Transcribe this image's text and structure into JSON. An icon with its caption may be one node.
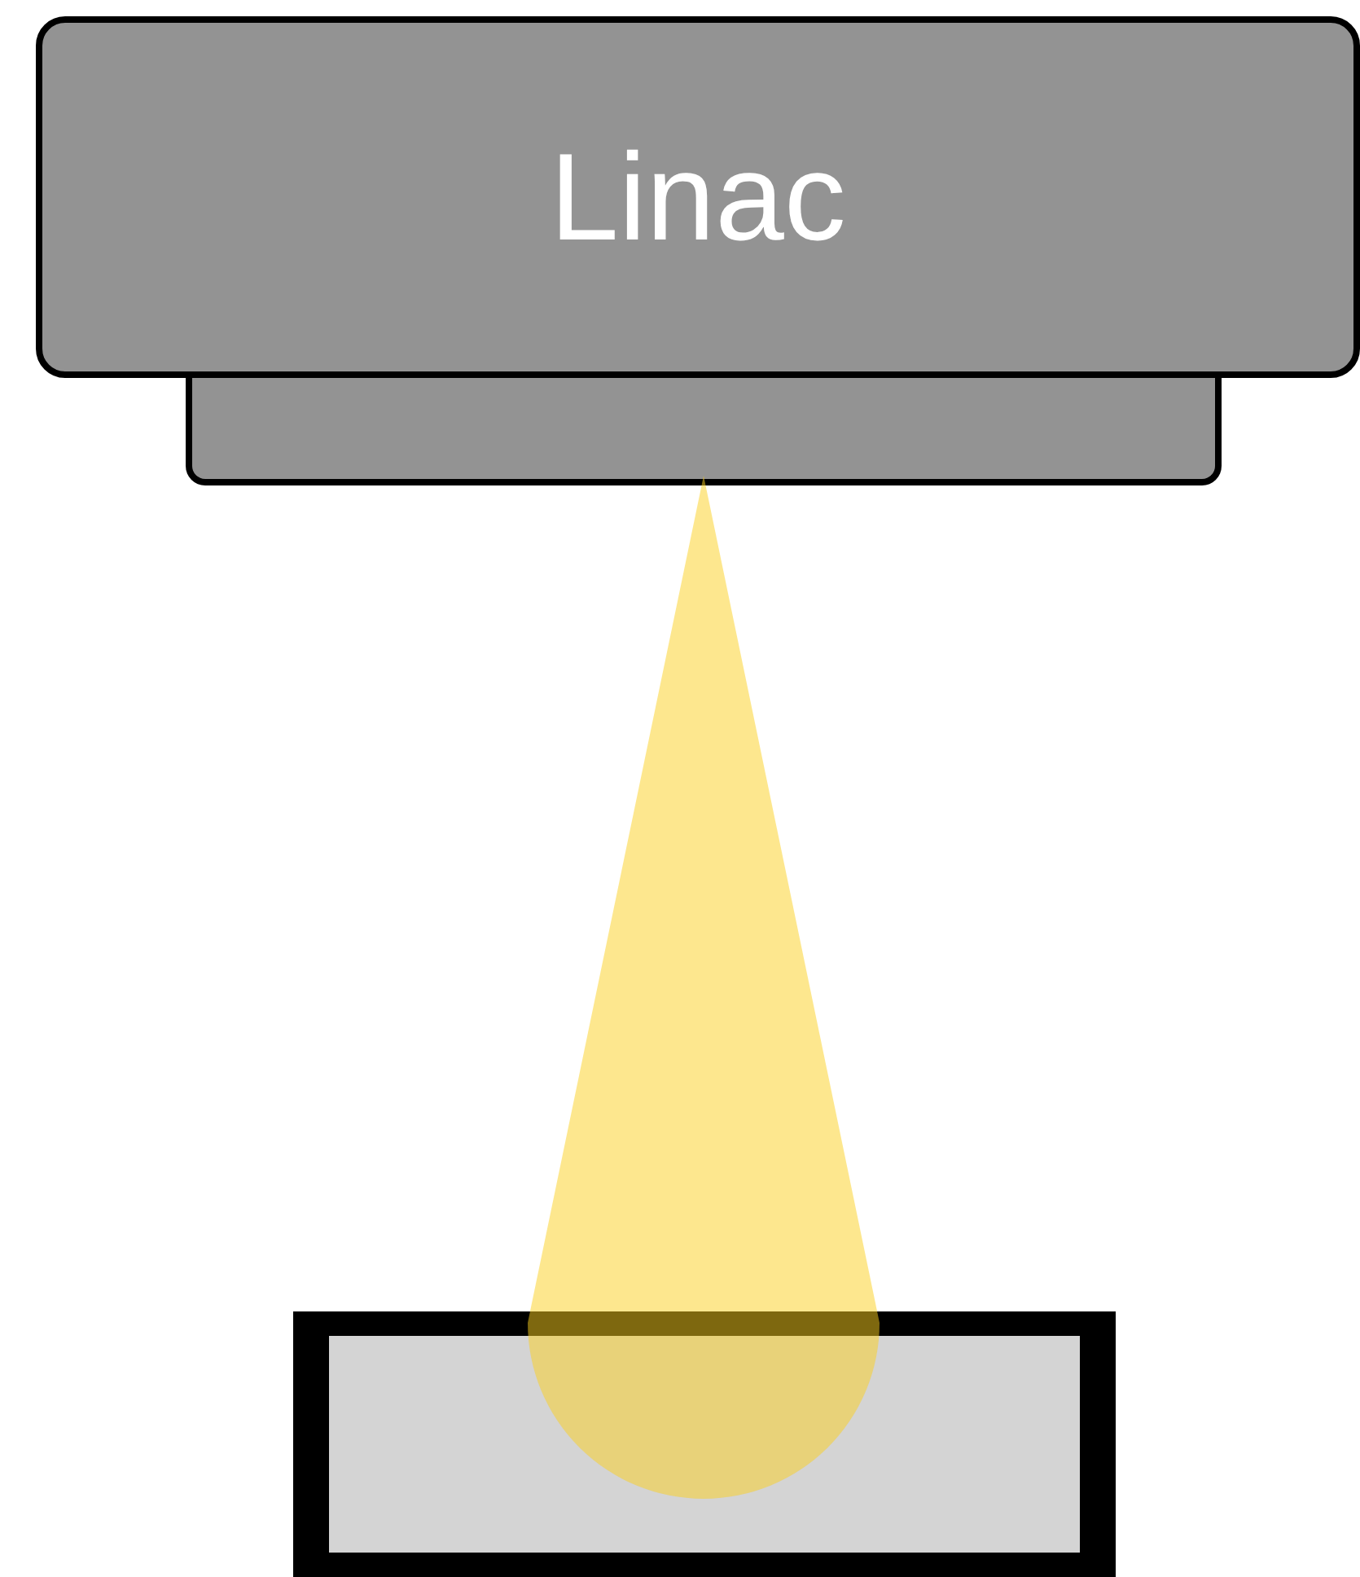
{
  "diagram": {
    "nodes": [
      {
        "text": [
          "Linac"
        ]
      },
      {
        "text": [],
        "shape": "box"
      },
      {
        "text": [],
        "shape": "cone"
      },
      {
        "text": [],
        "shape": "box"
      }
    ]
  }
}
